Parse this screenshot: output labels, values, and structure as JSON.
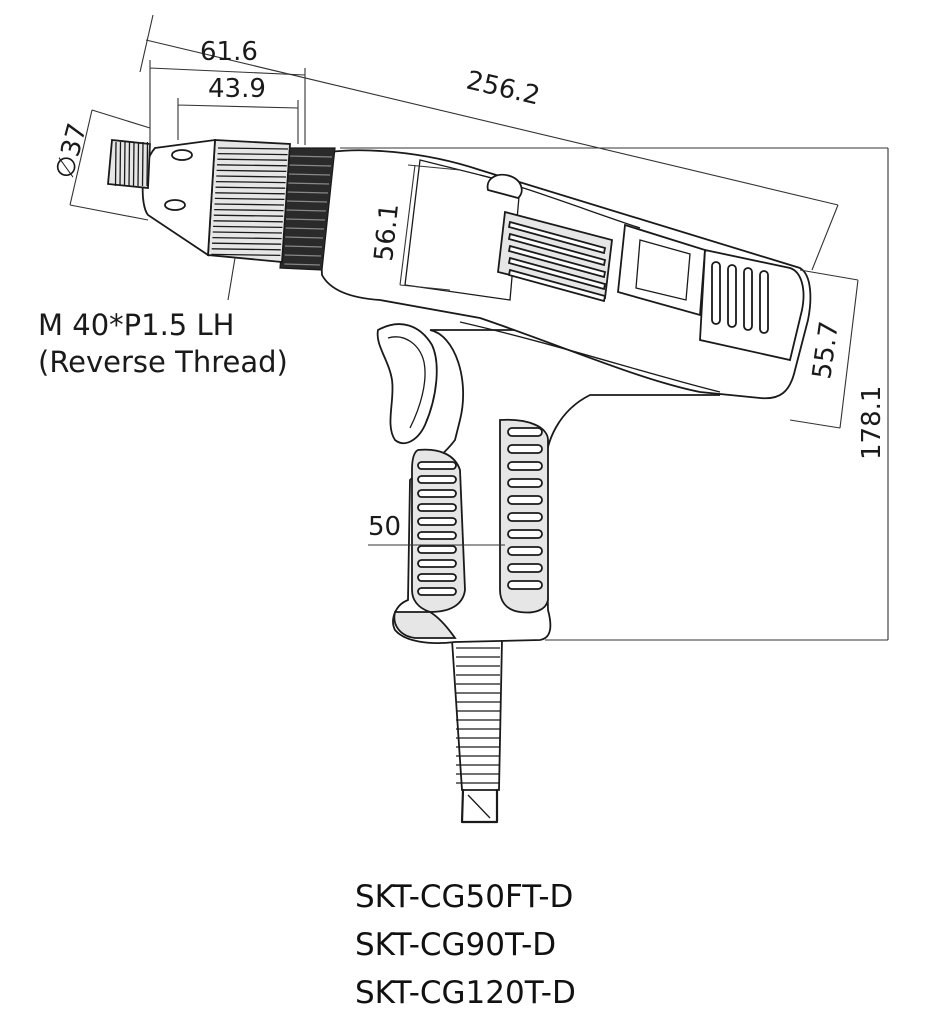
{
  "dimensions": {
    "overall_length": "256.2",
    "nose_length": "61.6",
    "nose_inner_length": "43.9",
    "nose_diameter": "∅37",
    "body_height": "56.1",
    "rear_height": "55.7",
    "total_height": "178.1",
    "grip_width": "50"
  },
  "thread_note": {
    "line1": "M 40*P1.5 LH",
    "line2": "(Reverse Thread)"
  },
  "models": [
    "SKT-CG50FT-D",
    "SKT-CG90T-D",
    "SKT-CG120T-D"
  ]
}
